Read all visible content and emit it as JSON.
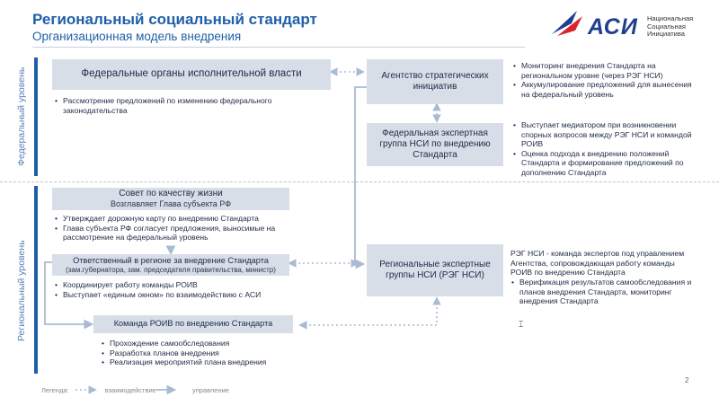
{
  "header": {
    "title": "Региональный социальный стандарт",
    "subtitle": "Организационная модель внедрения"
  },
  "logo": {
    "abbr": "АСИ",
    "line1": "Национальная",
    "line2": "Социальная",
    "line3": "Инициатива"
  },
  "levels": {
    "federal": "Федеральный уровень",
    "regional": "Региональный уровень"
  },
  "federal": {
    "authorities": {
      "label": "Федеральные органы исполнительной власти",
      "bullets": [
        "Рассмотрение предложений по изменению федерального законодательства"
      ]
    },
    "agency": {
      "label": "Агентство стратегических инициатив",
      "bullets": [
        "Мониторинг внедрения Стандарта на региональном уровне (через РЭГ НСИ)",
        "Аккумулирование предложений для вынесения на федеральный уровень"
      ]
    },
    "expert_group": {
      "label": "Федеральная экспертная группа НСИ по внедрению Стандарта",
      "bullets": [
        "Выступает медиатором при возникновении спорных вопросов между РЭГ НСИ и командой РОИВ",
        "Оценка подхода к внедрению положений Стандарта и формирование предложений по дополнению Стандарта"
      ]
    }
  },
  "regional": {
    "council": {
      "label": "Совет по качеству жизни",
      "sub": "Возглавляет Глава субъекта РФ",
      "bullets": [
        "Утверждает дорожную карту по внедрению Стандарта",
        "Глава субъекта РФ согласует предложения, выносимые на рассмотрение на федеральный уровень"
      ]
    },
    "responsible": {
      "label": "Ответственный в регионе за внедрение Стандарта",
      "sub": "(зам.губернатора, зам. председателя правительства, министр)",
      "bullets": [
        "Координирует работу команды РОИВ",
        "Выступает «единым окном» по взаимодействию с АСИ"
      ]
    },
    "team": {
      "label": "Команда РОИВ по внедрению Стандарта",
      "bullets": [
        "Прохождение самообследования",
        "Разработка планов внедрения",
        "Реализация мероприятий плана внедрения"
      ]
    },
    "reg_experts": {
      "label": "Региональные экспертные группы НСИ (РЭГ НСИ)",
      "description": "РЭГ НСИ - команда экспертов под управлением Агентства, сопровождающая работу команды РОИВ по внедрению Стандарта",
      "bullets": [
        "Верификация результатов самообследования и планов внедрения Стандарта, мониторинг внедрения Стандарта"
      ]
    }
  },
  "legend": {
    "label": "Легенда:",
    "interaction": "взаимодействие",
    "management": "управление"
  },
  "page_number": "2",
  "colors": {
    "title": "#1f5fa8",
    "box_fill": "#d7dee8",
    "connector": "#a9bbd3",
    "band": "#1f5fa8"
  }
}
